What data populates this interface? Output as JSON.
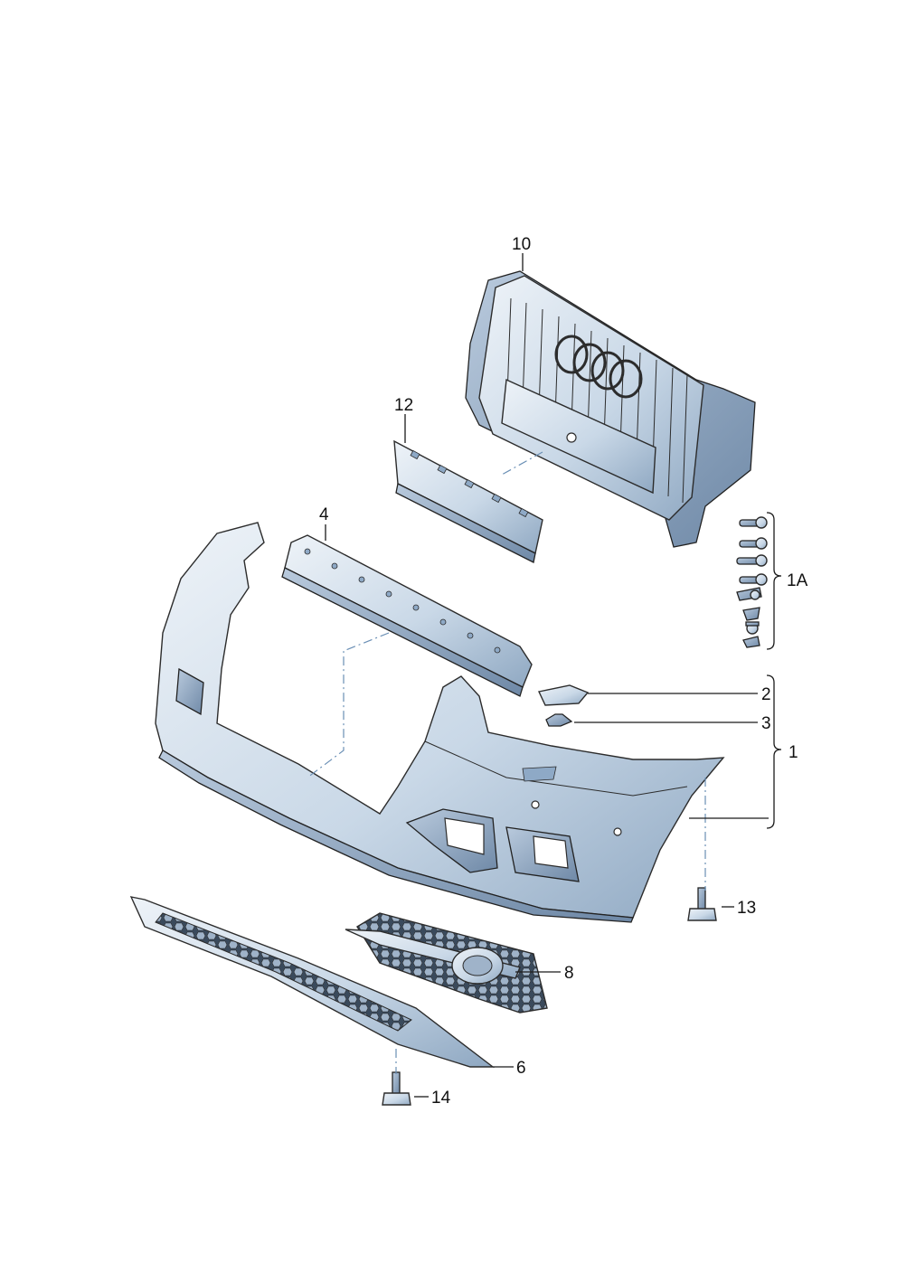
{
  "diagram": {
    "callouts": {
      "p1": "1",
      "p1a": "1A",
      "p2": "2",
      "p3": "3",
      "p4": "4",
      "p6": "6",
      "p8": "8",
      "p10": "10",
      "p12": "12",
      "p13": "13",
      "p14": "14"
    },
    "colors": {
      "part_light": "#dfe8f2",
      "part_mid": "#b7c9dc",
      "part_dark": "#7e97b3",
      "outline": "#2c2c2c"
    }
  }
}
